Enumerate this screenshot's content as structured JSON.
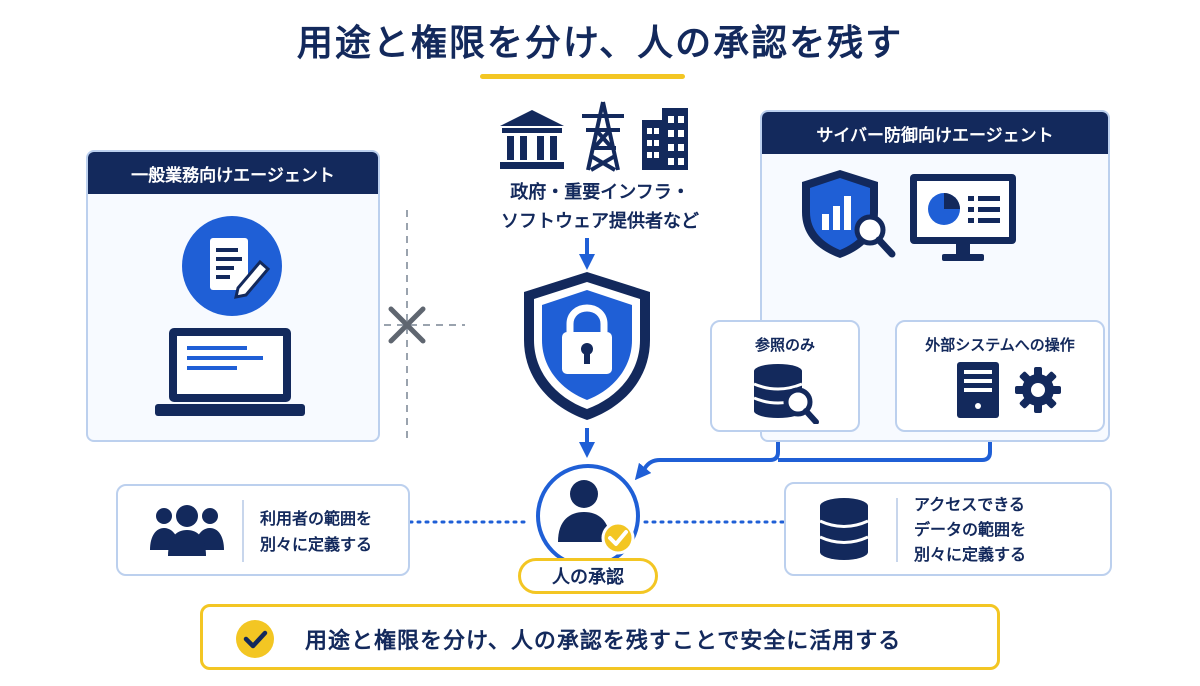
{
  "title": "用途と権限を分け、人の承認を残す",
  "colors": {
    "navy": "#13295c",
    "blue": "#1f5fd6",
    "accent": "#f3c623",
    "border": "#bcd0ee"
  },
  "left_panel": {
    "header": "一般業務向けエージェント",
    "icons": [
      "document-pen-icon",
      "laptop-icon"
    ]
  },
  "separator_icon": "cross-icon",
  "center": {
    "top_icons": [
      "government-building-icon",
      "power-tower-icon",
      "office-building-icon"
    ],
    "label_line1": "政府・重要インフラ・",
    "label_line2": "ソフトウェア提供者など",
    "shield_icon": "shield-lock-icon",
    "approval_icon": "user-check-icon",
    "approval_label": "人の承認"
  },
  "right_panel": {
    "header": "サイバー防御向けエージェント",
    "icons": [
      "shield-analytics-icon",
      "monitor-dashboard-icon"
    ],
    "sub_left": {
      "label": "参照のみ",
      "icon": "database-search-icon"
    },
    "sub_right": {
      "label": "外部システムへの操作",
      "icons": [
        "server-icon",
        "gear-icon"
      ]
    }
  },
  "side_left": {
    "icon": "users-group-icon",
    "line1": "利用者の範囲を",
    "line2": "別々に定義する"
  },
  "side_right": {
    "icon": "database-icon",
    "line1": "アクセスできる",
    "line2": "データの範囲を",
    "line3": "別々に定義する"
  },
  "bottom": {
    "icon": "check-circle-icon",
    "text": "用途と権限を分け、人の承認を残すことで安全に活用する"
  }
}
